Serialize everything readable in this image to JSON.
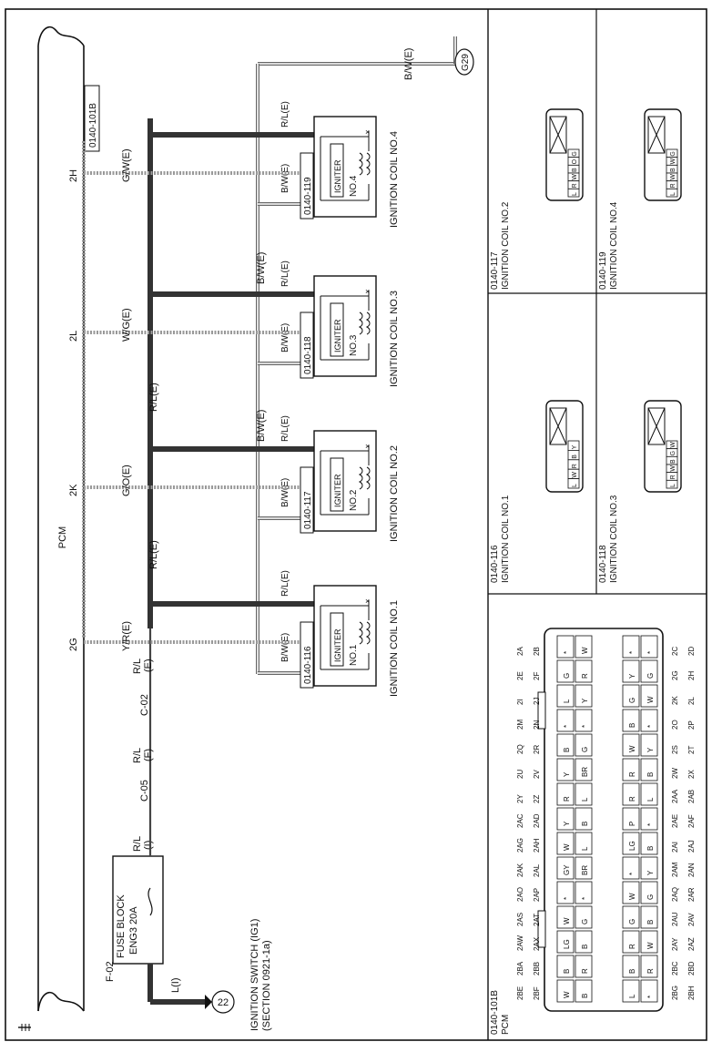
{
  "pcm": {
    "label": "PCM",
    "connector_id": "0140-101B",
    "terminals": [
      "2G",
      "2K",
      "2L",
      "2H"
    ]
  },
  "wires": {
    "to_pcm": [
      "Y/R(E)",
      "G/O(E)",
      "W/G(E)",
      "G/W(E)"
    ],
    "feed": "R/L(E)",
    "ground": "B/W(E)",
    "ground_right": "B/W(E)",
    "coil_pos": "R/L(E)",
    "coil_neg": "B/W(E)",
    "fuse_out": "L(I)",
    "rl_e": "R/L\n(E)",
    "rl_f": "R/L\n(F)",
    "rl_i": "R/L\n(I)"
  },
  "joints": {
    "c02": "C-02",
    "c05": "C-05"
  },
  "ground_point": "G29",
  "fuse": {
    "id": "F-02",
    "block": "FUSE BLOCK",
    "name": "ENG3 20A"
  },
  "ignition_switch": {
    "ref_number": "22",
    "label": "IGNITION SWITCH (IG1)",
    "section": "(SECTION 0921-1a)"
  },
  "coils": [
    {
      "connector": "0140-116",
      "name": "IGNITION COIL NO.1",
      "igniter": "IGNITER",
      "no": "NO.1"
    },
    {
      "connector": "0140-117",
      "name": "IGNITION COIL NO.2",
      "igniter": "IGNITER",
      "no": "NO.2"
    },
    {
      "connector": "0140-118",
      "name": "IGNITION COIL NO.3",
      "igniter": "IGNITER",
      "no": "NO.3"
    },
    {
      "connector": "0140-119",
      "name": "IGNITION COIL NO.4",
      "igniter": "IGNITER",
      "no": "NO.4"
    }
  ],
  "connector_views": [
    {
      "id": "0140-116",
      "name": "IGNITION COIL NO.1",
      "pins": [
        "Y",
        "B",
        "R",
        "W",
        "L"
      ]
    },
    {
      "id": "0140-117",
      "name": "IGNITION COIL NO.2",
      "pins": [
        "G",
        "O",
        "B",
        "W",
        "R",
        "L"
      ]
    },
    {
      "id": "0140-118",
      "name": "IGNITION COIL NO.3",
      "pins": [
        "W",
        "G",
        "B",
        "W",
        "R",
        "L"
      ]
    },
    {
      "id": "0140-119",
      "name": "IGNITION COIL NO.4",
      "pins": [
        "G",
        "W",
        "B",
        "W",
        "R",
        "L"
      ]
    }
  ],
  "pcm_connector": {
    "id": "0140-101B",
    "name": "PCM",
    "pin_rows": [
      [
        "2BE",
        "2BA",
        "2AW",
        "2AS",
        "2AO",
        "2AK",
        "2AG",
        "2AC",
        "2Y",
        "2U",
        "2Q",
        "2M",
        "2I",
        "2E",
        "2A"
      ],
      [
        "2BF",
        "2BB",
        "2AX",
        "2AT",
        "2AP",
        "2AL",
        "2AH",
        "2AD",
        "2Z",
        "2V",
        "2R",
        "2N",
        "2J",
        "2F",
        "2B"
      ],
      [
        "2BG",
        "2BC",
        "2AY",
        "2AU",
        "2AQ",
        "2AM",
        "2AI",
        "2AE",
        "2AA",
        "2W",
        "2S",
        "2O",
        "2K",
        "2G",
        "2C"
      ],
      [
        "2BH",
        "2BD",
        "2AZ",
        "2AV",
        "2AR",
        "2AN",
        "2AJ",
        "2AF",
        "2AB",
        "2X",
        "2T",
        "2P",
        "2L",
        "2H",
        "2D"
      ]
    ],
    "cells_top": [
      "W",
      "B",
      "LG",
      "W",
      "*",
      "GY",
      "W",
      "Y",
      "R",
      "Y",
      "B",
      "*",
      "L",
      "G",
      "*"
    ],
    "cells_top2": [
      "B",
      "R",
      "B",
      "G",
      "*",
      "BR",
      "L",
      "B",
      "L",
      "BR",
      "G",
      "*",
      "Y",
      "R",
      "W"
    ],
    "cells_bot": [
      "L",
      "B",
      "R",
      "G",
      "W",
      "*",
      "LG",
      "P",
      "R",
      "R",
      "W",
      "B",
      "G",
      "Y",
      "*"
    ],
    "cells_bot2": [
      "*",
      "R",
      "W",
      "B",
      "G",
      "Y",
      "B",
      "*",
      "L",
      "B",
      "Y",
      "*",
      "W",
      "G",
      "*"
    ]
  }
}
